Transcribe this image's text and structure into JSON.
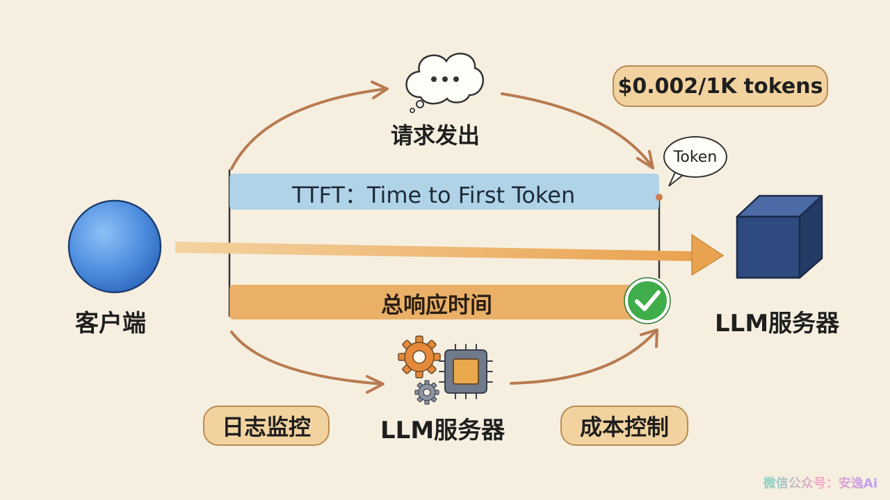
{
  "nodes": {
    "client_label": "客户端",
    "server_label": "LLM服务器",
    "processing_label": "LLM服务器",
    "request_label": "请求发出"
  },
  "bars": {
    "ttft_label": "TTFT：Time to First Token",
    "total_label": "总响应时间"
  },
  "bubbles": {
    "token": "Token"
  },
  "pills": {
    "price": "$0.002/1K tokens",
    "logging": "日志监控",
    "cost": "成本控制"
  },
  "watermark": "微信公众号：安逸Ai",
  "icons": [
    "sphere-icon",
    "cube-icon",
    "thought-cloud-icon",
    "speech-bubble-icon",
    "check-icon",
    "gear-icon",
    "chip-icon"
  ],
  "colors": {
    "background": "#f6efe0",
    "client_blue": "#4f8fe0",
    "server_navy": "#2f4a7e",
    "ttft_band": "#a9cfe9",
    "total_band": "#e9a85a",
    "arrow": "#b87a52",
    "check_green": "#3fae4a",
    "pill_fill": "#f2d39f"
  }
}
